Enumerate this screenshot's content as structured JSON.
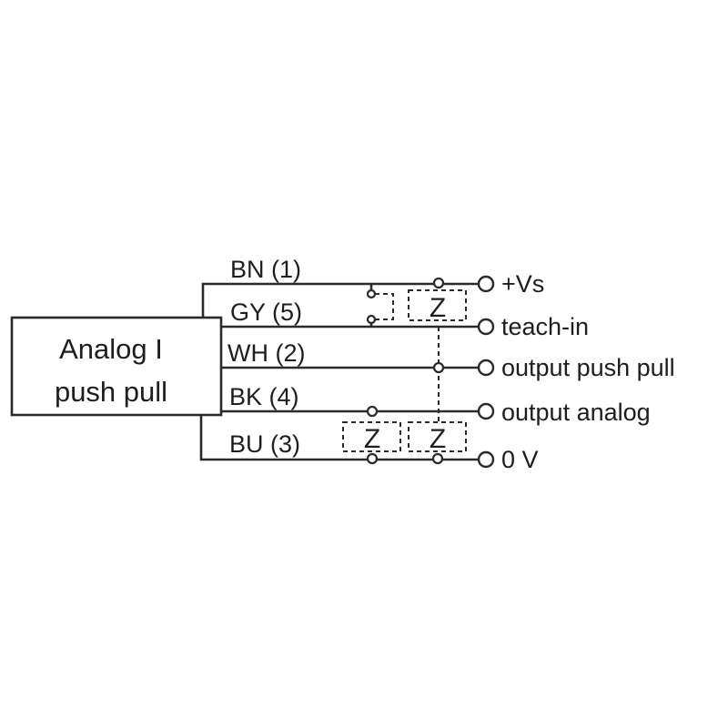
{
  "module": {
    "line1": "Analog I",
    "line2": "push pull"
  },
  "wires": [
    {
      "label": "BN (1)",
      "terminal": "+Vs"
    },
    {
      "label": "GY (5)",
      "terminal": "teach-in"
    },
    {
      "label": "WH (2)",
      "terminal": "output push pull"
    },
    {
      "label": "BK (4)",
      "terminal": "output analog"
    },
    {
      "label": "BU (3)",
      "terminal": "0 V"
    }
  ],
  "load_symbol": "Z",
  "colors": {
    "line": "#2a2a2a",
    "text": "#1e1e1e",
    "background": "#ffffff"
  }
}
